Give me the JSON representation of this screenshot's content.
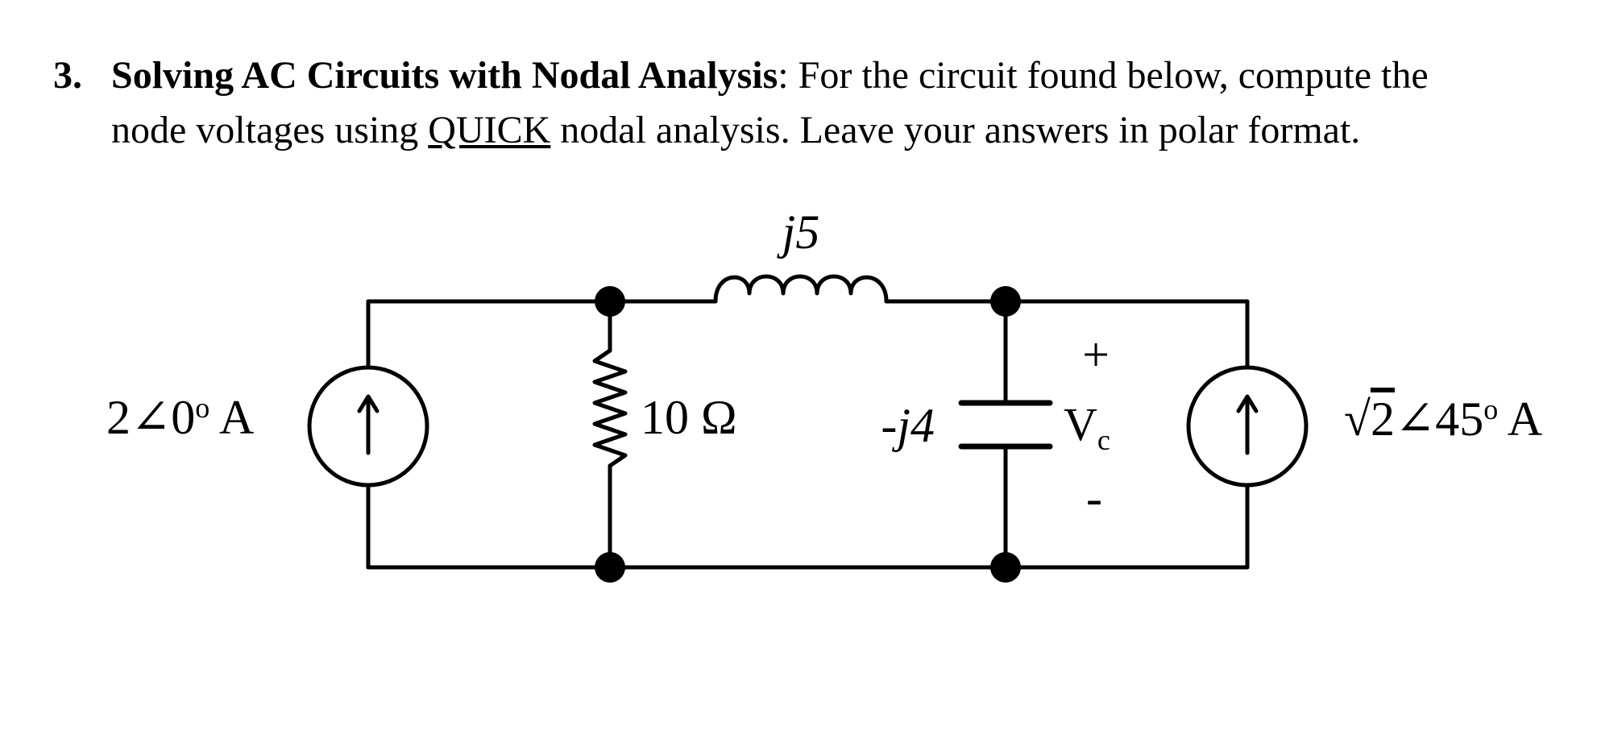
{
  "problem": {
    "number": "3.",
    "title": "Solving AC Circuits with Nodal Analysis",
    "colon": ":",
    "line1_rest": " For the circuit found below, compute the",
    "line2_before": "node voltages using ",
    "line2_underlined": "QUICK",
    "line2_after": " nodal analysis.  Leave your answers in polar format."
  },
  "circuit": {
    "source_left": {
      "magnitude": "2",
      "angle_symbol": "∠",
      "angle": "0",
      "degree": "o",
      "unit": " A"
    },
    "resistor": {
      "value": "10 Ω"
    },
    "inductor": {
      "value": "j5"
    },
    "capacitor": {
      "value": "-j4"
    },
    "voltage_label": {
      "plus": "+",
      "minus": "-",
      "main": "V",
      "subscript": "c"
    },
    "source_right": {
      "sqrt": "√",
      "magnitude": "2",
      "angle_symbol": "∠",
      "angle": "45",
      "degree": "o",
      "unit": " A"
    }
  }
}
